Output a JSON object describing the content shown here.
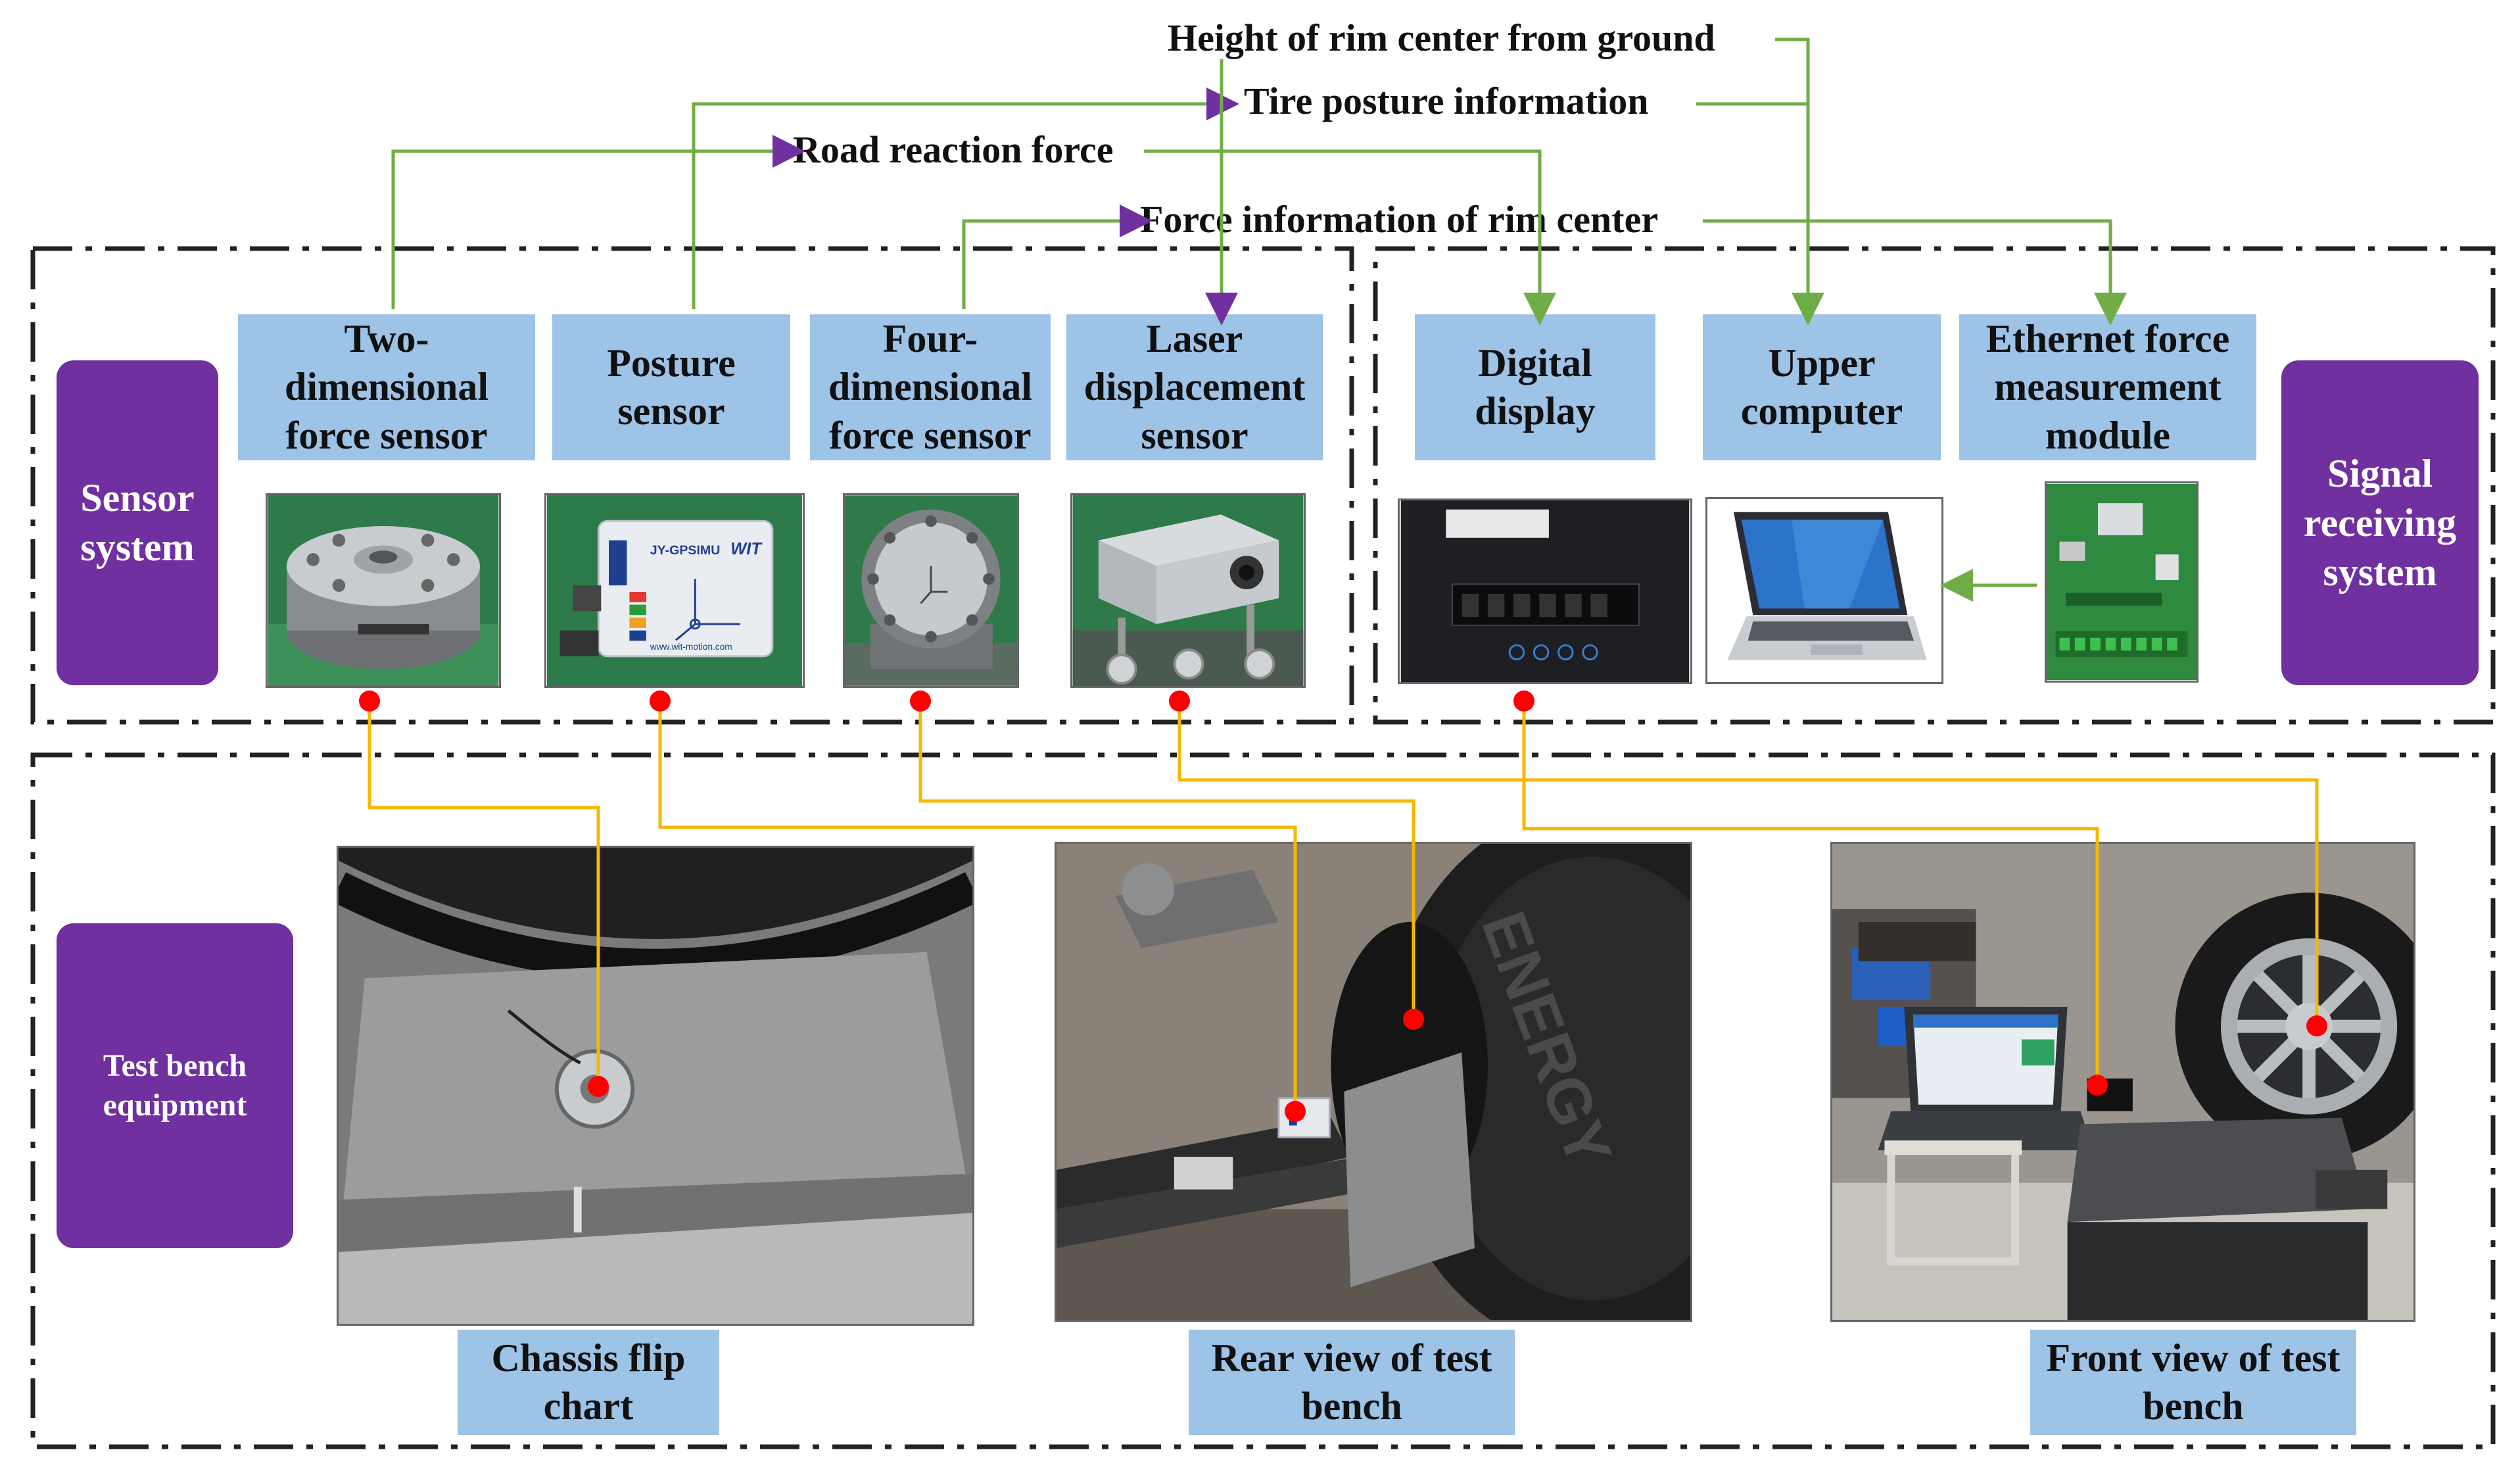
{
  "info_flows": [
    {
      "id": "height",
      "label": "Height of rim center from ground"
    },
    {
      "id": "posture",
      "label": "Tire posture information"
    },
    {
      "id": "road",
      "label": "Road reaction force"
    },
    {
      "id": "force",
      "label": "Force information of rim center"
    }
  ],
  "groups": {
    "sensor_system": "Sensor\nsystem",
    "signal_receiving_system": "Signal\nreceiving\nsystem",
    "test_bench_equipment": "Test bench\nequipment"
  },
  "sensors": [
    {
      "id": "s2d",
      "label": "Two-\ndimensional\nforce sensor",
      "photo": "two-dimensional-force-sensor-photo"
    },
    {
      "id": "posture",
      "label": "Posture\nsensor",
      "photo": "posture-sensor-photo",
      "device_text": "JY-GPSIMU",
      "device_brand": "WIT",
      "device_url": "www.wit-motion.com"
    },
    {
      "id": "s4d",
      "label": "Four-\ndimensional\nforce sensor",
      "photo": "four-dimensional-force-sensor-photo"
    },
    {
      "id": "laser",
      "label": "Laser\ndisplacement\nsensor",
      "photo": "laser-displacement-sensor-photo"
    }
  ],
  "receivers": [
    {
      "id": "display",
      "label": "Digital\ndisplay",
      "photo": "digital-display-photo"
    },
    {
      "id": "computer",
      "label": "Upper\ncomputer",
      "photo": "laptop-photo"
    },
    {
      "id": "ethernet",
      "label": "Ethernet force\nmeasurement\nmodule",
      "photo": "ethernet-module-photo"
    }
  ],
  "bench_photos": [
    {
      "id": "chassis",
      "caption": "Chassis flip\nchart"
    },
    {
      "id": "rear",
      "caption": "Rear view of test\nbench",
      "tire_text": "ENERGY"
    },
    {
      "id": "front",
      "caption": "Front view of test\nbench"
    }
  ],
  "colors": {
    "info_line": "#70ad47",
    "sensor_arrow": "#7030a0",
    "mapping_line": "#f5b800",
    "marker": "#ff0000",
    "label_box": "#9dc3e6",
    "group_box": "#7030a0"
  }
}
